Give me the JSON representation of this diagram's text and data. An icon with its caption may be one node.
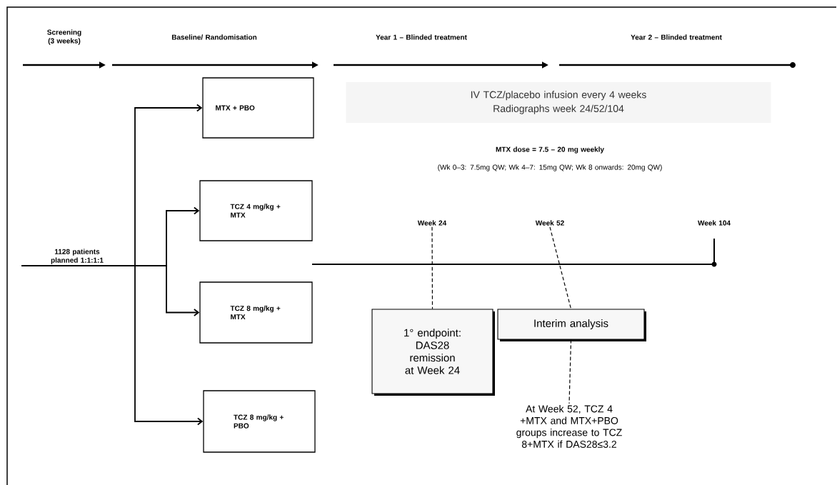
{
  "diagram": {
    "nodes": [
      {
        "text": [
          "1128 patients planned 1:1:1:1"
        ]
      },
      {
        "text": [
          "MTX + PBO"
        ]
      },
      {
        "text": [
          "TCZ 4 mg/kg + MTX"
        ]
      },
      {
        "text": [
          "TCZ 8 mg/kg + MTX"
        ]
      },
      {
        "text": [
          "TCZ 8 mg/kg + PBO"
        ]
      },
      {
        "text": [
          "IV TCZ/placebo infusion every 4 weeks",
          "Radiographs week 24/52/104"
        ]
      },
      {
        "text": [
          "Week 24"
        ]
      },
      {
        "text": [
          "Week 52"
        ]
      },
      {
        "text": [
          "Week 104"
        ]
      },
      {
        "text": [
          "1° endpoint: DAS28 remission at Week 24"
        ]
      },
      {
        "text": [
          "Interim analysis"
        ]
      },
      {
        "text": [
          "At Week 52, TCZ 4 +MTX and MTX+PBO groups increase to TCZ 8+MTX if DAS28≤3.2"
        ]
      }
    ],
    "edges": [
      {
        "from": 0,
        "to": 1,
        "arrow": "to"
      },
      {
        "from": 0,
        "to": 2,
        "arrow": "to"
      },
      {
        "from": 0,
        "to": 3,
        "arrow": "to"
      },
      {
        "from": 0,
        "to": 4,
        "arrow": "to"
      },
      {
        "from": 6,
        "to": 9,
        "arrow": "none",
        "style": "dashed"
      },
      {
        "from": 7,
        "to": 10,
        "arrow": "none",
        "style": "dashed"
      },
      {
        "from": 10,
        "to": 11,
        "arrow": "none",
        "style": "dashed"
      }
    ],
    "labels": [
      "Screening (3 weeks)",
      "Baseline/ Randomisation",
      "Year 1 – Blinded treatment",
      "Year 2 – Blinded treatment",
      "MTX dose = 7.5 – 20 mg weekly",
      "(Wk 0–3: 7.5mg QW; Wk 4–7: 15mg QW; Wk 8 onwards: 20mg QW)"
    ]
  }
}
